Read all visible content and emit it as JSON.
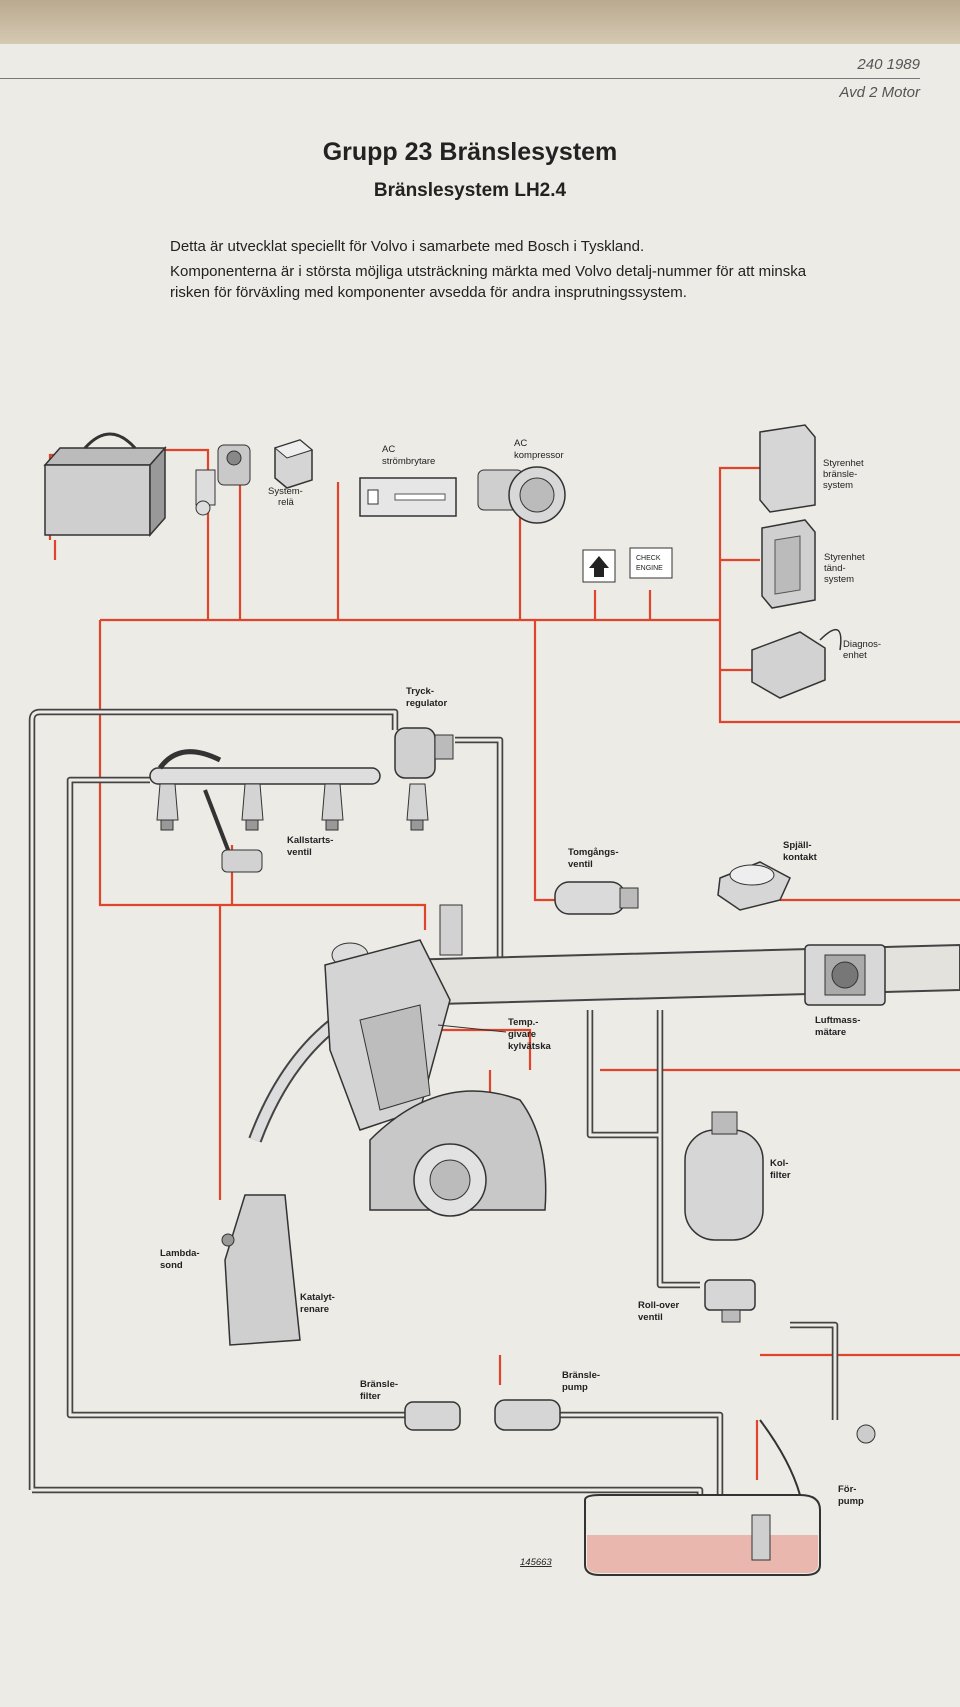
{
  "header": {
    "model_year": "240 1989",
    "section": "Avd 2 Motor"
  },
  "title": "Grupp 23 Bränslesystem",
  "subtitle": "Bränslesystem LH2.4",
  "intro": {
    "line1": "Detta är utvecklat speciellt för Volvo i samarbete med Bosch i Tyskland.",
    "line2": "Komponenterna är i största möjliga utsträckning märkta med Volvo detalj-nummer för att minska risken för förväxling med komponenter avsedda för andra insprutningssystem."
  },
  "labels": {
    "system_rela": [
      "System-",
      "relä"
    ],
    "ac_strombrytare": [
      "AC",
      "strömbrytare"
    ],
    "ac_kompressor": [
      "AC",
      "kompressor"
    ],
    "styrenhet_bransle": [
      "Styrenhet",
      "bränsle-",
      "system"
    ],
    "styrenhet_tand": [
      "Styrenhet",
      "tänd-",
      "system"
    ],
    "diagnos": [
      "Diagnos-",
      "enhet"
    ],
    "check_engine": [
      "CHECK",
      "ENGINE"
    ],
    "tryckregulator": [
      "Tryck-",
      "regulator"
    ],
    "kallstartsventil": [
      "Kallstarts-",
      "ventil"
    ],
    "tomgangsventil": [
      "Tomgångs-",
      "ventil"
    ],
    "spjallkontakt": [
      "Spjäll-",
      "kontakt"
    ],
    "luftmassmatare": [
      "Luftmass-",
      "mätare"
    ],
    "tempgivare": [
      "Temp.-",
      "givare",
      "kylvätska"
    ],
    "kolfilter": [
      "Kol-",
      "filter"
    ],
    "lambdasond": [
      "Lambda-",
      "sond"
    ],
    "katalytrenare": [
      "Katalyt-",
      "renare"
    ],
    "rollover": [
      "Roll-over",
      "ventil"
    ],
    "bransle_filter": [
      "Bränsle-",
      "filter"
    ],
    "bransle_pump": [
      "Bränsle-",
      "pump"
    ],
    "forpump": [
      "För-",
      "pump"
    ]
  },
  "figure_number": "145663",
  "colors": {
    "wire": "#e0452c",
    "fuel_line": "#4a4a4a",
    "fuel_fill": "#e9b7ae",
    "paper": "#ecebe6",
    "component": "#d8d8d8"
  }
}
